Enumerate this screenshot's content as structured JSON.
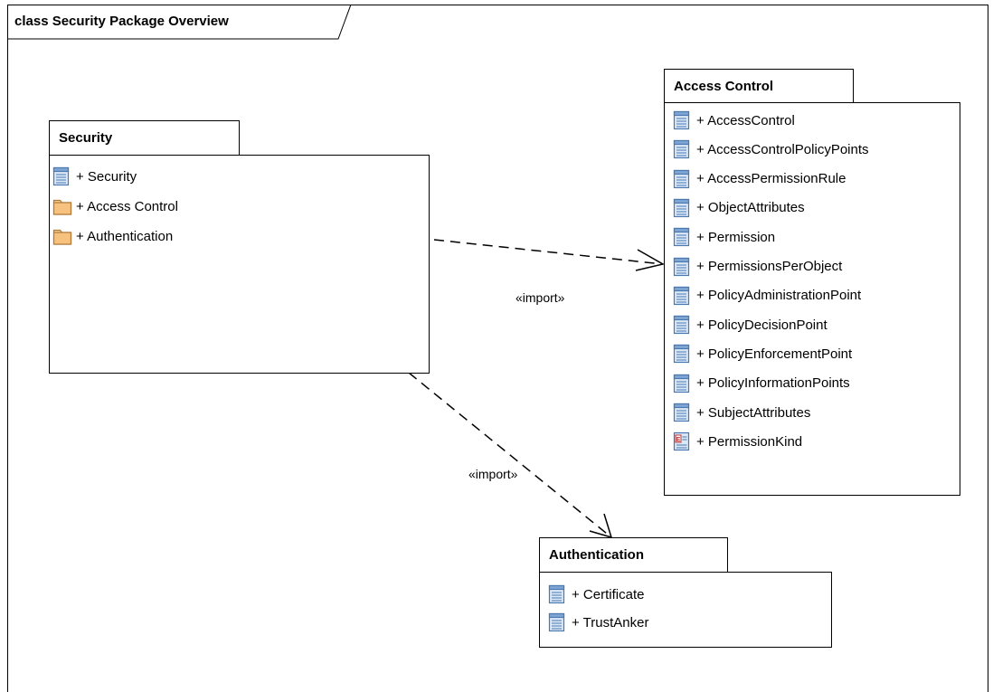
{
  "diagram": {
    "title": "class Security Package Overview"
  },
  "packages": {
    "security": {
      "name": "Security",
      "items": [
        {
          "label": "+ Security",
          "icon": "class-icon"
        },
        {
          "label": "+ Access Control",
          "icon": "package-icon"
        },
        {
          "label": "+ Authentication",
          "icon": "package-icon"
        }
      ]
    },
    "access_control": {
      "name": "Access Control",
      "items": [
        {
          "label": "+ AccessControl",
          "icon": "class-icon"
        },
        {
          "label": "+ AccessControlPolicyPoints",
          "icon": "class-icon"
        },
        {
          "label": "+ AccessPermissionRule",
          "icon": "class-icon"
        },
        {
          "label": "+ ObjectAttributes",
          "icon": "class-icon"
        },
        {
          "label": "+ Permission",
          "icon": "class-icon"
        },
        {
          "label": "+ PermissionsPerObject",
          "icon": "class-icon"
        },
        {
          "label": "+ PolicyAdministrationPoint",
          "icon": "class-icon"
        },
        {
          "label": "+ PolicyDecisionPoint",
          "icon": "class-icon"
        },
        {
          "label": "+ PolicyEnforcementPoint",
          "icon": "class-icon"
        },
        {
          "label": "+ PolicyInformationPoints",
          "icon": "class-icon"
        },
        {
          "label": "+ SubjectAttributes",
          "icon": "class-icon"
        },
        {
          "label": "+ PermissionKind",
          "icon": "enumeration-icon"
        }
      ]
    },
    "authentication": {
      "name": "Authentication",
      "items": [
        {
          "label": "+ Certificate",
          "icon": "class-icon"
        },
        {
          "label": "+ TrustAnker",
          "icon": "class-icon"
        }
      ]
    }
  },
  "connectors": {
    "import_access_control": "«import»",
    "import_authentication": "«import»"
  }
}
